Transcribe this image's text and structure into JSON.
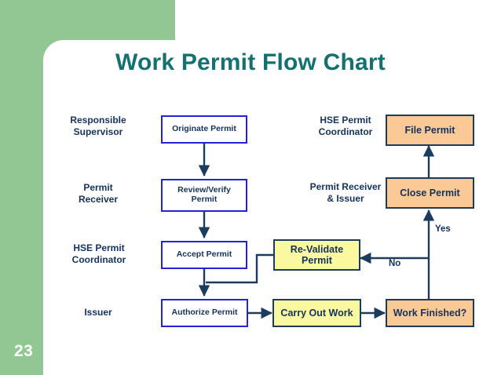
{
  "slide": {
    "number": "23",
    "title": "Work Permit Flow Chart",
    "accent_green": "#92c794",
    "title_color": "#157070",
    "background": "#ffffff"
  },
  "chart_data": {
    "type": "diagram",
    "title": "Work Permit Flow Chart",
    "swimlane_labels": [
      {
        "id": "responsible-supervisor",
        "text": "Responsible\nSupervisor",
        "line1": "Responsible",
        "line2": "Supervisor"
      },
      {
        "id": "permit-receiver",
        "text": "Permit\nReceiver",
        "line1": "Permit",
        "line2": "Receiver"
      },
      {
        "id": "hse-permit-coordinator-left",
        "text": "HSE Permit\nCoordinator",
        "line1": "HSE Permit",
        "line2": "Coordinator"
      },
      {
        "id": "issuer",
        "text": "Issuer",
        "line1": "Issuer",
        "line2": ""
      },
      {
        "id": "hse-permit-coordinator-right",
        "text": "HSE Permit\nCoordinator",
        "line1": "HSE Permit",
        "line2": "Coordinator"
      },
      {
        "id": "permit-receiver-and-issuer",
        "text": "Permit Receiver\n& Issuer",
        "line1": "Permit Receiver",
        "line2": "& Issuer"
      }
    ],
    "nodes": [
      {
        "id": "originate-permit",
        "label": "Originate Permit",
        "style": "blue"
      },
      {
        "id": "review-verify-permit",
        "label": "Review/Verify\nPermit",
        "line1": "Review/Verify",
        "line2": "Permit",
        "style": "blue"
      },
      {
        "id": "accept-permit",
        "label": "Accept Permit",
        "style": "blue"
      },
      {
        "id": "authorize-permit",
        "label": "Authorize Permit",
        "style": "blue"
      },
      {
        "id": "re-validate-permit",
        "label": "Re-Validate\nPermit",
        "line1": "Re-Validate",
        "line2": "Permit",
        "style": "yellow"
      },
      {
        "id": "carry-out-work",
        "label": "Carry Out Work",
        "style": "yellow"
      },
      {
        "id": "work-finished",
        "label": "Work Finished?",
        "style": "orange"
      },
      {
        "id": "close-permit",
        "label": "Close Permit",
        "style": "orange"
      },
      {
        "id": "file-permit",
        "label": "File Permit",
        "style": "orange"
      }
    ],
    "edges": [
      {
        "from": "originate-permit",
        "to": "review-verify-permit",
        "label": ""
      },
      {
        "from": "review-verify-permit",
        "to": "accept-permit",
        "label": ""
      },
      {
        "from": "accept-permit",
        "to": "authorize-permit",
        "label": ""
      },
      {
        "from": "re-validate-permit",
        "to": "authorize-permit",
        "label": ""
      },
      {
        "from": "authorize-permit",
        "to": "carry-out-work",
        "label": ""
      },
      {
        "from": "carry-out-work",
        "to": "work-finished",
        "label": ""
      },
      {
        "from": "work-finished",
        "to": "close-permit",
        "label": "Yes"
      },
      {
        "from": "work-finished",
        "to": "re-validate-permit",
        "label": "No"
      },
      {
        "from": "close-permit",
        "to": "file-permit",
        "label": ""
      }
    ],
    "edge_labels": [
      {
        "id": "yes-label",
        "text": "Yes"
      },
      {
        "id": "no-label",
        "text": "No"
      }
    ],
    "colors": {
      "blue_box_border": "#2222d8",
      "blue_box_fill": "#ffffff",
      "yellow_box_fill": "#fbf9a0",
      "orange_box_fill": "#fbc996",
      "dark_border": "#1b3c5e",
      "text": "#14325f",
      "connector": "#1b3c5e"
    }
  }
}
